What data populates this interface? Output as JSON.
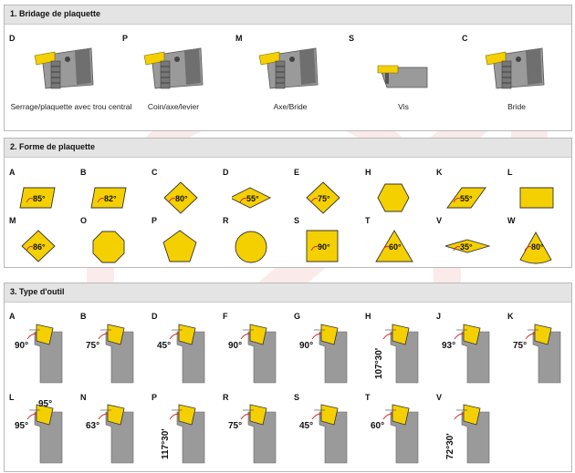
{
  "colors": {
    "insert": "#f5d000",
    "tool": "#9a9a9a",
    "tool_dark": "#6f6f6f",
    "arrow": "#d62020",
    "header_bg": "#e4e4e4"
  },
  "section1": {
    "title": "1. Bridage de plaquette",
    "items": [
      {
        "letter": "D",
        "caption": "Serrage/plaquette avec trou central"
      },
      {
        "letter": "P",
        "caption": "Coin/axe/levier"
      },
      {
        "letter": "M",
        "caption": "Axe/Bride"
      },
      {
        "letter": "S",
        "caption": "Vis"
      },
      {
        "letter": "C",
        "caption": "Bride"
      }
    ]
  },
  "section2": {
    "title": "2. Forme de plaquette",
    "items": [
      {
        "letter": "A",
        "angle": "85°",
        "shape": "parallelogram"
      },
      {
        "letter": "B",
        "angle": "82°",
        "shape": "parallelogram"
      },
      {
        "letter": "C",
        "angle": "80°",
        "shape": "rhombus"
      },
      {
        "letter": "D",
        "angle": "55°",
        "shape": "rhombus-flat"
      },
      {
        "letter": "E",
        "angle": "75°",
        "shape": "rhombus"
      },
      {
        "letter": "H",
        "angle": "",
        "shape": "hexagon"
      },
      {
        "letter": "K",
        "angle": "55°",
        "shape": "parallelogram-slanted"
      },
      {
        "letter": "L",
        "angle": "",
        "shape": "rectangle"
      },
      {
        "letter": "M",
        "angle": "86°",
        "shape": "rhombus"
      },
      {
        "letter": "O",
        "angle": "",
        "shape": "octagon"
      },
      {
        "letter": "P",
        "angle": "",
        "shape": "pentagon"
      },
      {
        "letter": "R",
        "angle": "",
        "shape": "circle"
      },
      {
        "letter": "S",
        "angle": "90°",
        "shape": "square"
      },
      {
        "letter": "T",
        "angle": "60°",
        "shape": "triangle"
      },
      {
        "letter": "V",
        "angle": "35°",
        "shape": "rhombus-thin"
      },
      {
        "letter": "W",
        "angle": "80°",
        "shape": "trigon"
      }
    ]
  },
  "section3": {
    "title": "3. Type d'outil",
    "items": [
      {
        "letter": "A",
        "angle": "90°"
      },
      {
        "letter": "B",
        "angle": "75°"
      },
      {
        "letter": "D",
        "angle": "45°"
      },
      {
        "letter": "F",
        "angle": "90°"
      },
      {
        "letter": "G",
        "angle": "90°"
      },
      {
        "letter": "H",
        "angle": "107°30'"
      },
      {
        "letter": "J",
        "angle": "93°"
      },
      {
        "letter": "K",
        "angle": "75°"
      },
      {
        "letter": "L",
        "angle": "95°",
        "angle2": "95°"
      },
      {
        "letter": "N",
        "angle": "63°"
      },
      {
        "letter": "P",
        "angle": "117°30'"
      },
      {
        "letter": "R",
        "angle": "75°"
      },
      {
        "letter": "S",
        "angle": "45°"
      },
      {
        "letter": "T",
        "angle": "60°"
      },
      {
        "letter": "V",
        "angle": "72°30'"
      }
    ]
  }
}
